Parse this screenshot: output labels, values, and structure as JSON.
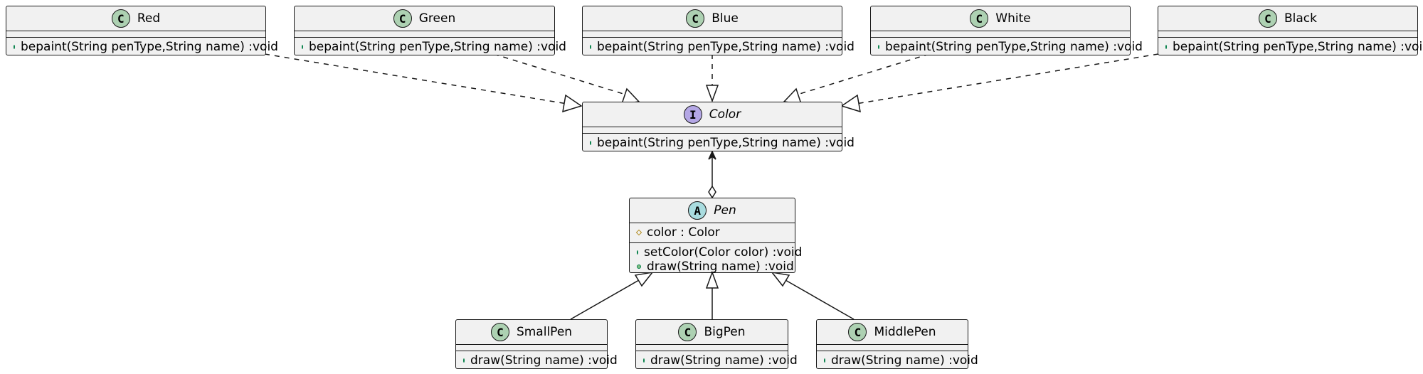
{
  "diagram": {
    "classes": {
      "red": {
        "kind": "C",
        "name": "Red",
        "abstract": false,
        "fields": [],
        "methods": [
          {
            "vis": "public",
            "text": "bepaint(String penType,String name) :void"
          }
        ]
      },
      "green": {
        "kind": "C",
        "name": "Green",
        "abstract": false,
        "fields": [],
        "methods": [
          {
            "vis": "public",
            "text": "bepaint(String penType,String name) :void"
          }
        ]
      },
      "blue": {
        "kind": "C",
        "name": "Blue",
        "abstract": false,
        "fields": [],
        "methods": [
          {
            "vis": "public",
            "text": "bepaint(String penType,String name) :void"
          }
        ]
      },
      "white": {
        "kind": "C",
        "name": "White",
        "abstract": false,
        "fields": [],
        "methods": [
          {
            "vis": "public",
            "text": "bepaint(String penType,String name) :void"
          }
        ]
      },
      "black": {
        "kind": "C",
        "name": "Black",
        "abstract": false,
        "fields": [],
        "methods": [
          {
            "vis": "public",
            "text": "bepaint(String penType,String name) :void"
          }
        ]
      },
      "color": {
        "kind": "I",
        "name": "Color",
        "abstract": true,
        "fields": [],
        "methods": [
          {
            "vis": "public",
            "text": "bepaint(String penType,String name) :void"
          }
        ]
      },
      "pen": {
        "kind": "A",
        "name": "Pen",
        "abstract": true,
        "fields": [
          {
            "vis": "protected",
            "text": "color : Color"
          }
        ],
        "methods": [
          {
            "vis": "public",
            "text": "setColor(Color color) :void"
          },
          {
            "vis": "public",
            "text": "draw(String name) :void"
          }
        ]
      },
      "smallpen": {
        "kind": "C",
        "name": "SmallPen",
        "abstract": false,
        "fields": [],
        "methods": [
          {
            "vis": "public",
            "text": "draw(String name) :void"
          }
        ]
      },
      "bigpen": {
        "kind": "C",
        "name": "BigPen",
        "abstract": false,
        "fields": [],
        "methods": [
          {
            "vis": "public",
            "text": "draw(String name) :void"
          }
        ]
      },
      "middlepen": {
        "kind": "C",
        "name": "MiddlePen",
        "abstract": false,
        "fields": [],
        "methods": [
          {
            "vis": "public",
            "text": "draw(String name) :void"
          }
        ]
      }
    },
    "relations": [
      {
        "from": "red",
        "to": "color",
        "type": "realization"
      },
      {
        "from": "green",
        "to": "color",
        "type": "realization"
      },
      {
        "from": "blue",
        "to": "color",
        "type": "realization"
      },
      {
        "from": "white",
        "to": "color",
        "type": "realization"
      },
      {
        "from": "black",
        "to": "color",
        "type": "realization"
      },
      {
        "from": "pen",
        "to": "color",
        "type": "aggregation"
      },
      {
        "from": "smallpen",
        "to": "pen",
        "type": "generalization"
      },
      {
        "from": "bigpen",
        "to": "pen",
        "type": "generalization"
      },
      {
        "from": "middlepen",
        "to": "pen",
        "type": "generalization"
      }
    ],
    "badge_colors": {
      "C": "#add1b2",
      "I": "#b4a7e5",
      "A": "#a9dcdf"
    }
  }
}
